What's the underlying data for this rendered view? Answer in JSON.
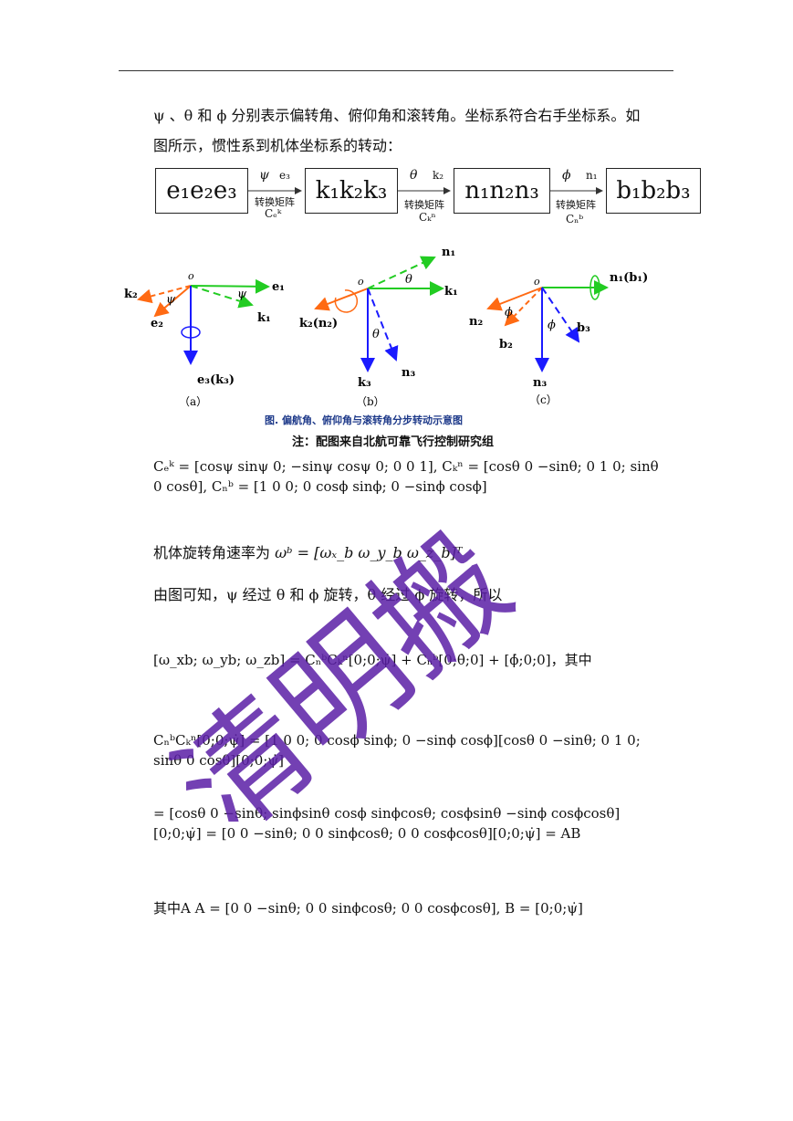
{
  "intro": {
    "line1": "ψ 、θ 和 ϕ 分别表示偏转角、俯仰角和滚转角。坐标系符合右手坐标系。如",
    "line2": "图所示，惯性系到机体坐标系的转动："
  },
  "flow": {
    "boxes": [
      "e₁e₂e₃",
      "k₁k₂k₃",
      "n₁n₂n₃",
      "b₁b₂b₃"
    ],
    "arrows": [
      {
        "angle": "ψ",
        "axis": "e₃",
        "label": "转换矩阵",
        "matrix": "Cₑᵏ"
      },
      {
        "angle": "θ",
        "axis": "k₂",
        "label": "转换矩阵",
        "matrix": "Cₖⁿ"
      },
      {
        "angle": "ϕ",
        "axis": "n₁",
        "label": "转换矩阵",
        "matrix": "Cₙᵇ"
      }
    ]
  },
  "diagrams": {
    "a": {
      "origin": "o",
      "labels": [
        "e₁",
        "k₁",
        "k₂",
        "e₂",
        "e₃(k₃)",
        "ψ",
        "ψ"
      ],
      "caption": "（a）"
    },
    "b": {
      "origin": "o",
      "labels": [
        "n₁",
        "k₁",
        "k₂(n₂)",
        "k₃",
        "n₃",
        "θ",
        "θ"
      ],
      "caption": "（b）"
    },
    "c": {
      "origin": "o",
      "labels": [
        "n₁(b₁)",
        "n₂",
        "b₂",
        "b₃",
        "n₃",
        "ϕ",
        "ϕ"
      ],
      "caption": "（c）"
    },
    "figure_caption": "图. 偏航角、俯仰角与滚转角分步转动示意图",
    "note": "注：配图来自北航可靠飞行控制研究组"
  },
  "equations": {
    "rotation_matrices": "Cₑᵏ = [cosψ sinψ 0; −sinψ cosψ 0; 0 0 1], Cₖⁿ = [cosθ 0 −sinθ; 0 1 0; sinθ 0 cosθ], Cₙᵇ = [1 0 0; 0 cosϕ sinϕ; 0 −sinϕ cosϕ]",
    "omega_line": "机体旋转角速率为",
    "omega_def": "ωᵇ = [ωₓ_b ω_y_b ω_z_b]ᵀ",
    "knowing_line": "由图可知，ψ 经过 θ 和 ϕ 旋转，θ 经过 ϕ 旋转，所以",
    "kinematic": "[ω_xb; ω_yb; ω_zb] = CₙᵇCₖⁿ[0;0;ψ̇] + Cₙᵇ[0;θ̇;0] + [ϕ̇;0;0]，其中",
    "kinematic_suffix": "，其中",
    "product1": "CₙᵇCₖⁿ[0;0;ψ̇] = [1 0 0; 0 cosϕ sinϕ; 0 −sinϕ cosϕ][cosθ 0 −sinθ; 0 1 0; sinθ 0 cosθ][0;0;ψ̇]",
    "product2": "= [cosθ 0 −sinθ; sinϕsinθ cosϕ sinϕcosθ; cosϕsinθ −sinϕ cosϕcosθ][0;0;ψ̇] = [0 0 −sinθ; 0 0 sinϕcosθ; 0 0 cosϕcosθ][0;0;ψ̇] = AB",
    "ab_prefix": "其中A",
    "ab_def": "A = [0 0 −sinθ; 0 0 sinϕcosθ; 0 0 cosϕcosθ], B = [0;0;ψ̇]",
    "ab_label": "AB"
  },
  "watermark": {
    "text": "清明搬"
  },
  "colors": {
    "green": "#22cc22",
    "blue": "#1a1aff",
    "orange": "#ff6a13",
    "caption": "#1e3a8a",
    "watermark": "#5b1fa6"
  }
}
